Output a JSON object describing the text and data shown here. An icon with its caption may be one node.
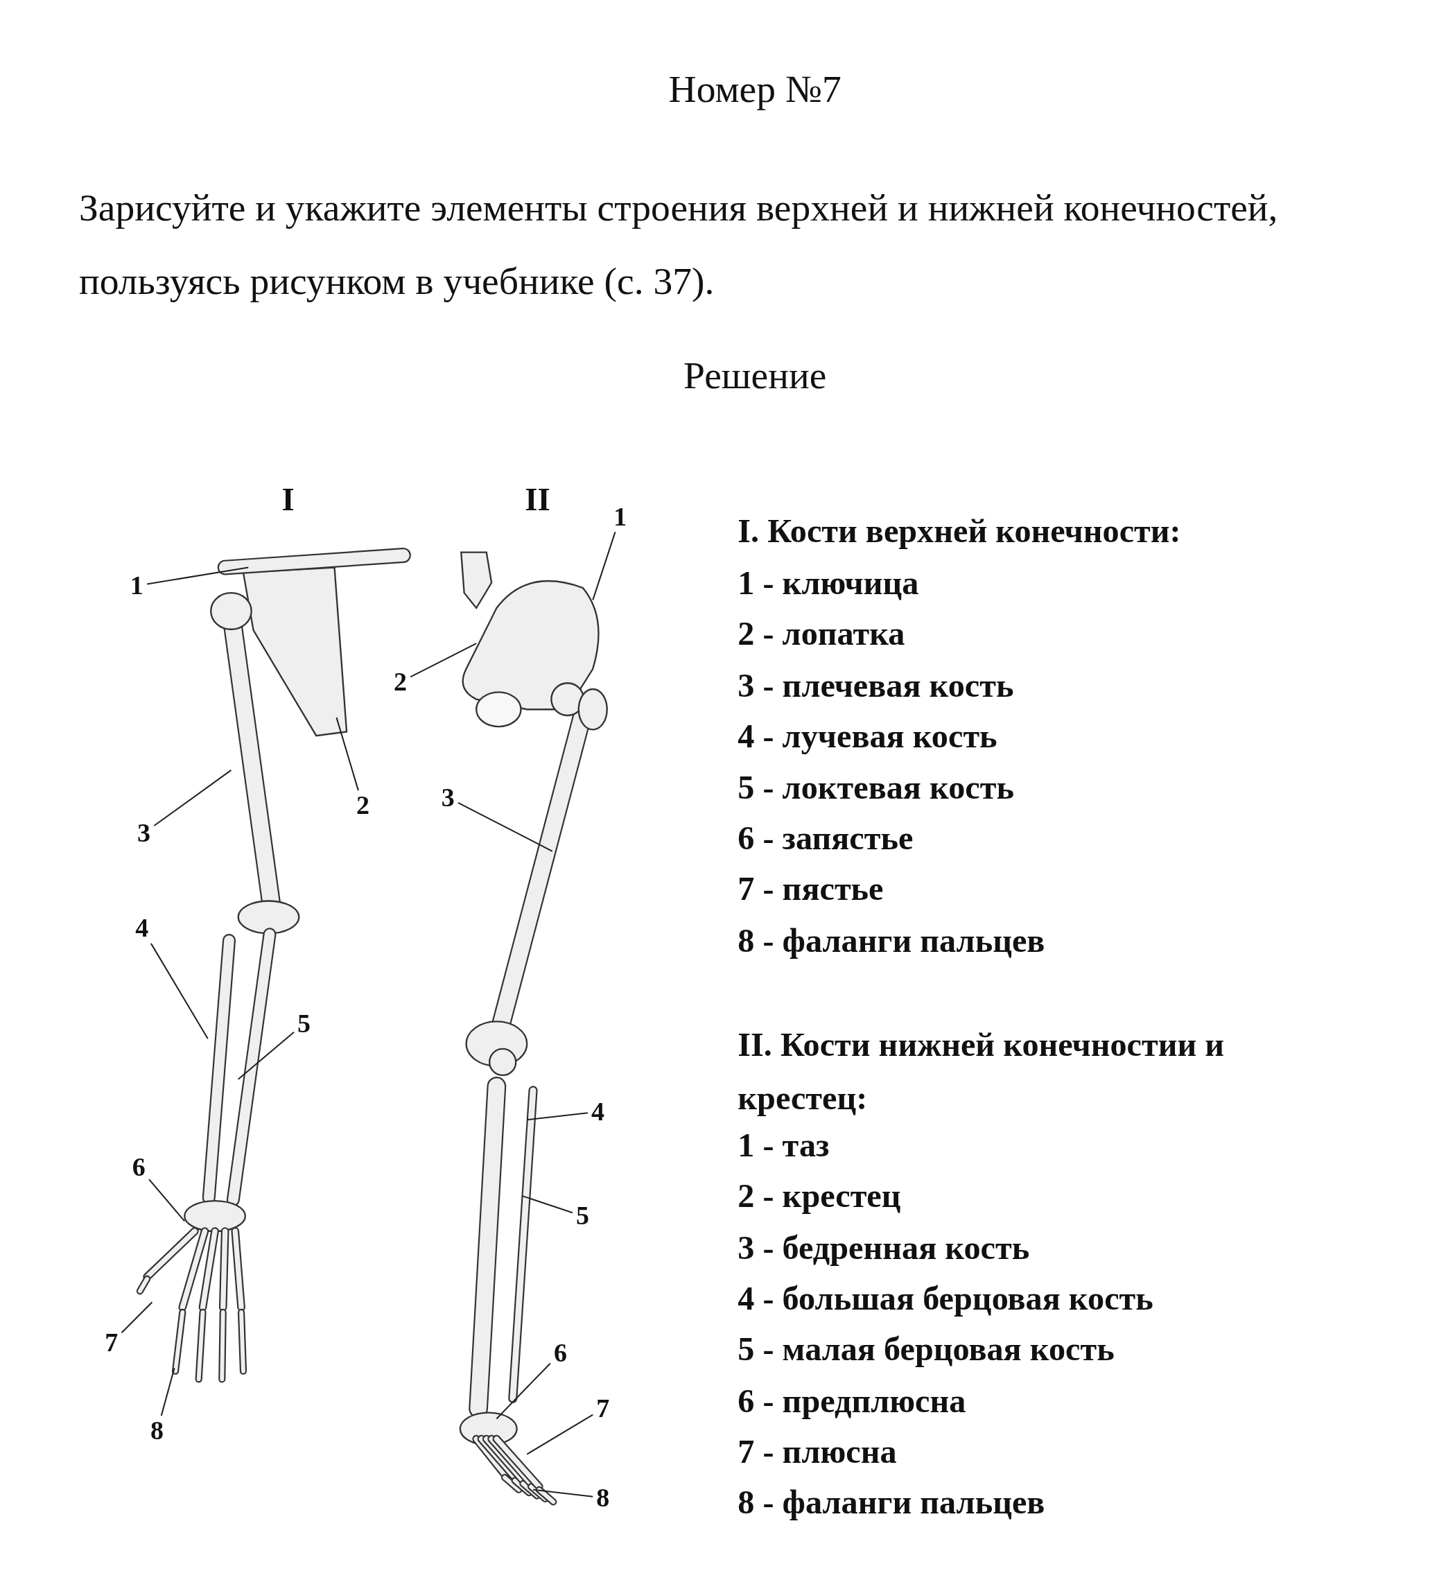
{
  "diagram": {
    "title": "Номер №7",
    "nodes": [
      {
        "text": [
          "1"
        ]
      },
      {
        "text": [
          "2"
        ]
      },
      {
        "text": [
          "3"
        ]
      },
      {
        "text": [
          "4"
        ]
      },
      {
        "text": [
          "5"
        ]
      },
      {
        "text": [
          "6"
        ]
      },
      {
        "text": [
          "7"
        ]
      },
      {
        "text": [
          "8"
        ]
      },
      {
        "text": [
          "1"
        ]
      },
      {
        "text": [
          "2"
        ]
      },
      {
        "text": [
          "3"
        ]
      },
      {
        "text": [
          "4"
        ]
      },
      {
        "text": [
          "5"
        ]
      },
      {
        "text": [
          "6"
        ]
      },
      {
        "text": [
          "7"
        ]
      },
      {
        "text": [
          "8"
        ]
      }
    ],
    "edges": [
      {
        "from": 0,
        "to": null,
        "arrow": "none"
      },
      {
        "from": 1,
        "to": null,
        "arrow": "none"
      },
      {
        "from": 2,
        "to": null,
        "arrow": "none"
      },
      {
        "from": 3,
        "to": null,
        "arrow": "none"
      },
      {
        "from": 4,
        "to": null,
        "arrow": "none"
      },
      {
        "from": 5,
        "to": null,
        "arrow": "none"
      },
      {
        "from": 6,
        "to": null,
        "arrow": "none"
      },
      {
        "from": 7,
        "to": null,
        "arrow": "none"
      },
      {
        "from": 8,
        "to": null,
        "arrow": "none"
      },
      {
        "from": 9,
        "to": null,
        "arrow": "none"
      },
      {
        "from": 10,
        "to": null,
        "arrow": "none"
      },
      {
        "from": 11,
        "to": null,
        "arrow": "none"
      },
      {
        "from": 12,
        "to": null,
        "arrow": "none"
      },
      {
        "from": 13,
        "to": null,
        "arrow": "none"
      },
      {
        "from": 14,
        "to": null,
        "arrow": "none"
      },
      {
        "from": 15,
        "to": null,
        "arrow": "none"
      }
    ],
    "labels": [
      "Зарисуйте и укажите элементы строения верхней и нижней конечностей, пользуясь рисунком в учебнике (с. 37).",
      "Решение",
      "I",
      "II",
      "I. Кости верхней конечности:",
      "1 - ключица",
      "2 - лопатка",
      "3 - плечевая кость",
      "4 - лучевая кость",
      "5 - локтевая кость",
      "6 - запястье",
      "7 - пястье",
      "8 - фаланги пальцев",
      "II. Кости нижней конечностии и крестец:",
      "1 - таз",
      "2 - крестец",
      "3 - бедренная кость",
      "4 - большая берцовая кость",
      "5 - малая берцовая кость",
      "6 - предплюсна",
      "7 - плюсна",
      "8 - фаланги пальцев"
    ]
  }
}
